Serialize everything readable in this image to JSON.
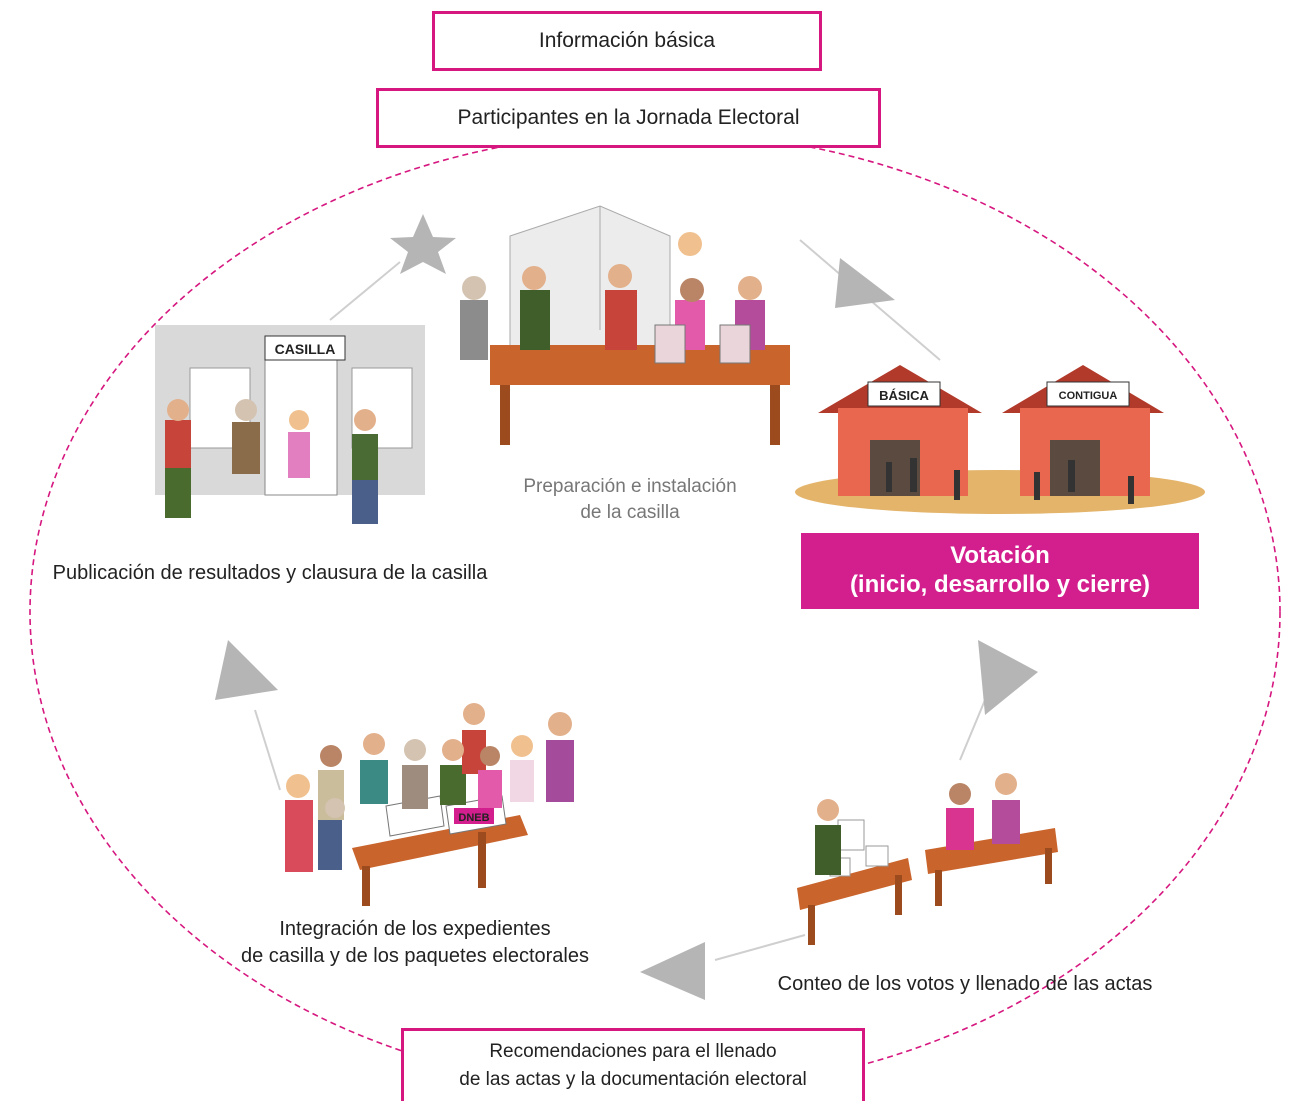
{
  "boxes": {
    "info": "Información básica",
    "participants": "Participantes en la Jornada Electoral",
    "recommendations": "Recomendaciones para el llenado\nde las actas y la documentación electoral"
  },
  "steps": {
    "preparation": "Preparación e instalación\nde la casilla",
    "voting": "Votación\n(inicio, desarrollo y cierre)",
    "counting": "Conteo de los votos y llenado de las actas",
    "integration": "Integración de los expedientes\nde casilla y de los paquetes electorales",
    "publication": "Publicación de resultados y clausura de la casilla"
  },
  "signs": {
    "casilla": "CASILLA",
    "basica": "BÁSICA",
    "contigua": "CONTIGUA",
    "dneb": "DNEB"
  },
  "colors": {
    "accent": "#d6177f",
    "voting_fill": "#d31f8d",
    "arrow": "#b5b5b5",
    "house": "#e8674e",
    "roof": "#b23a2b",
    "table": "#c9642c"
  }
}
